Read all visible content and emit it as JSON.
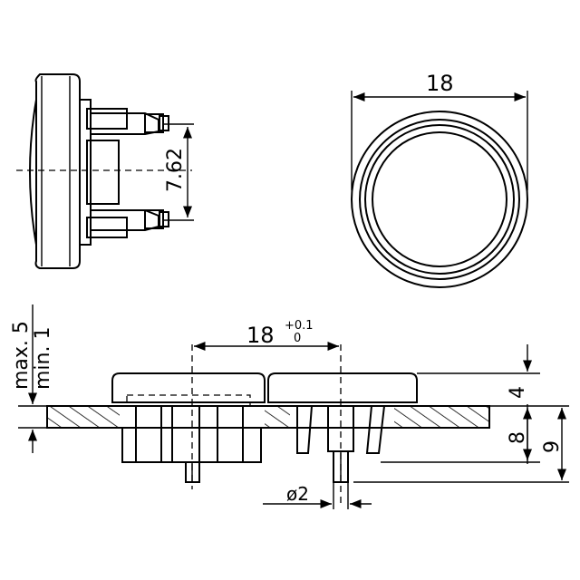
{
  "dimensions": {
    "width_18_top": "18",
    "pin_spacing": "7.62",
    "panel_spacing": "18",
    "tolerance_upper": "+0.1",
    "tolerance_lower": "0",
    "panel_thickness_max": "max. 5",
    "panel_thickness_min": "min. 1",
    "cap_height": "4",
    "body_depth": "8",
    "total_depth": "9",
    "pin_diameter": "ø2"
  }
}
